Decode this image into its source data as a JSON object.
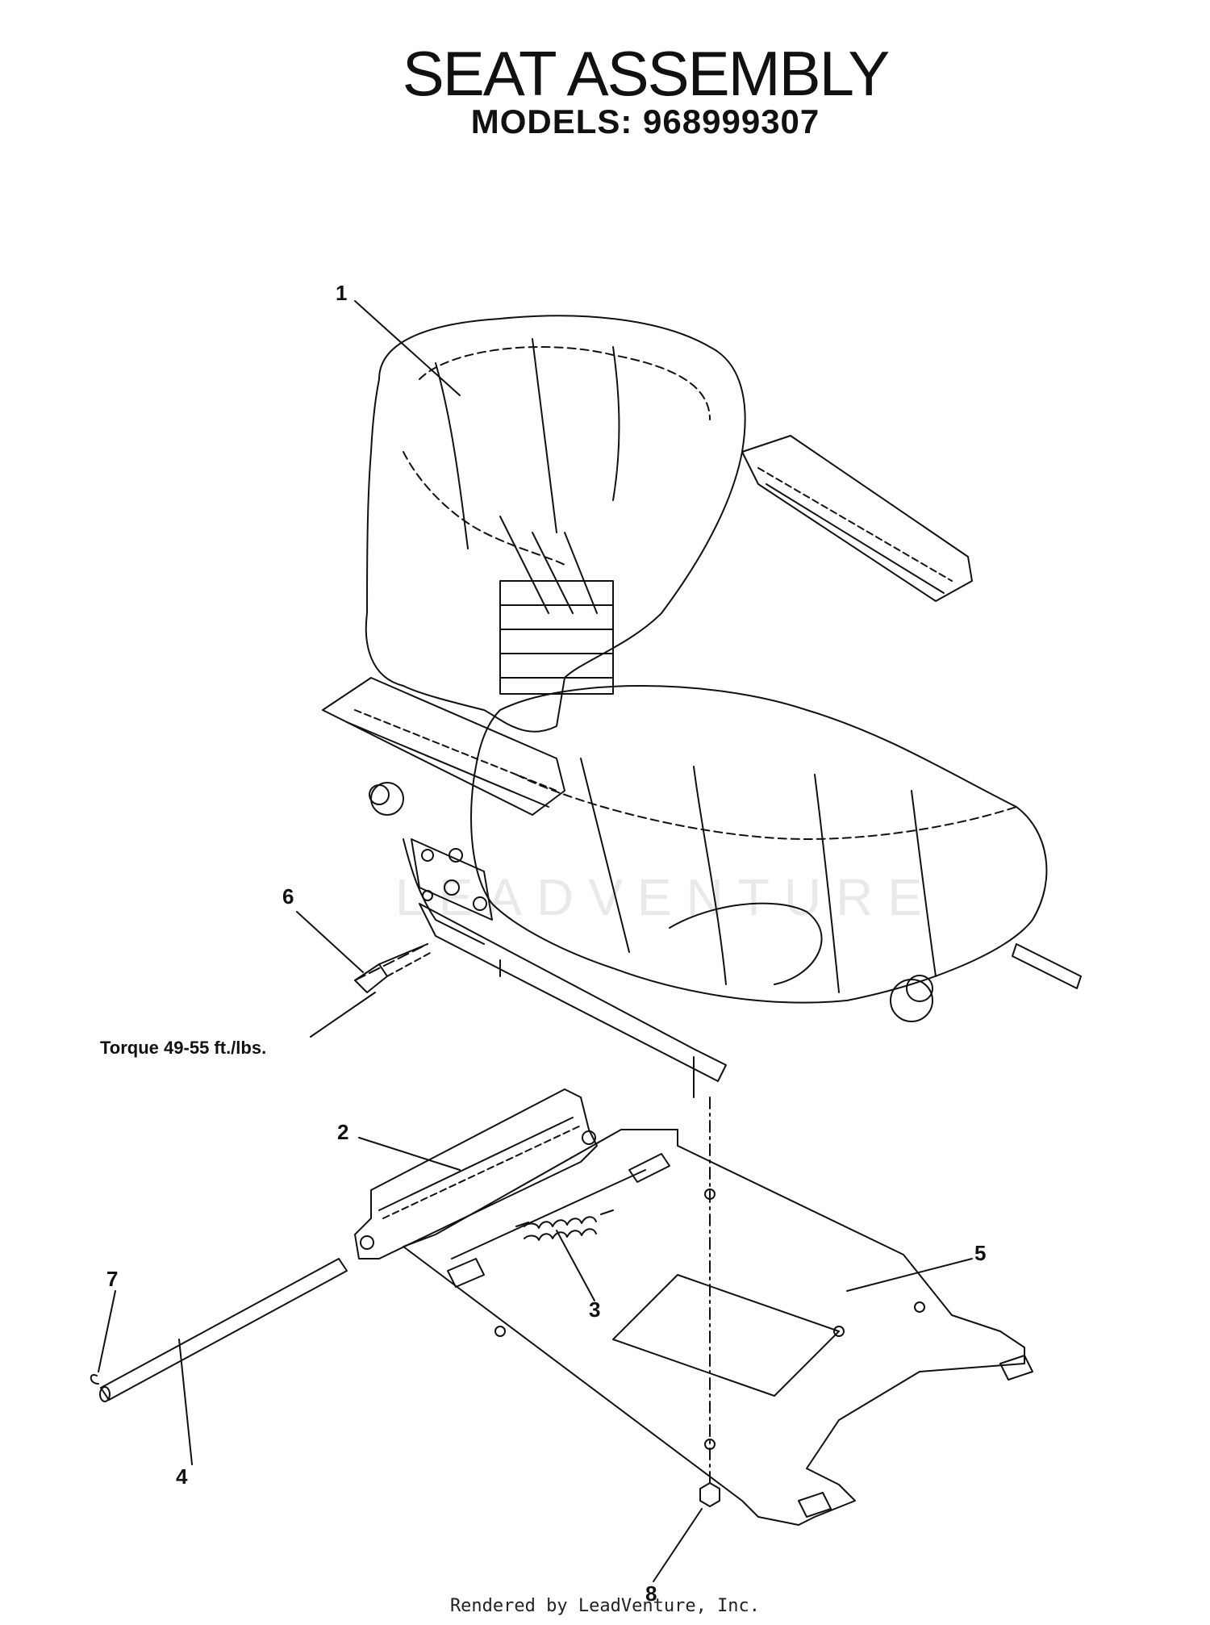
{
  "header": {
    "title": "SEAT ASSEMBLY",
    "models": "MODELS: 968999307"
  },
  "callouts": [
    {
      "id": "1",
      "label": "1"
    },
    {
      "id": "2",
      "label": "2"
    },
    {
      "id": "3",
      "label": "3"
    },
    {
      "id": "4",
      "label": "4"
    },
    {
      "id": "5",
      "label": "5"
    },
    {
      "id": "6",
      "label": "6"
    },
    {
      "id": "7",
      "label": "7"
    },
    {
      "id": "8",
      "label": "8"
    }
  ],
  "torque_note": "Torque 49-55 ft./lbs.",
  "watermark": "LEADVENTURE",
  "footer": "Rendered by LeadVenture, Inc."
}
